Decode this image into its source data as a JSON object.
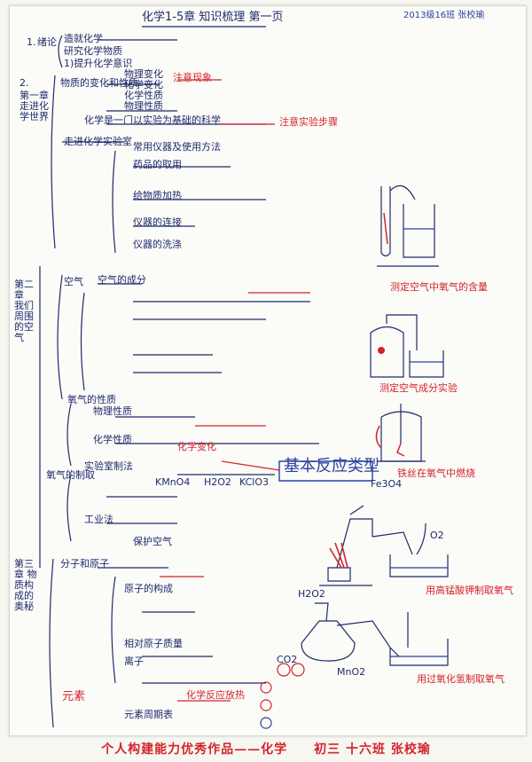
{
  "header": {
    "title": "化学1-5章 知识梳理 第一页",
    "class_note": "2013级16班 张校瑜"
  },
  "sections": [
    {
      "number": "1.",
      "heading": "绪论",
      "items": [
        "造就化学",
        "研究化学物质",
        "1)提升化学意识"
      ]
    },
    {
      "number": "2.",
      "heading": "第一章 走进化学世界",
      "items": [
        "物质的变化和性质",
        "物理变化",
        "化学变化",
        "化学性质",
        "物理性质",
        "化学是一门以实验为基础的科学",
        "走进化学实验室",
        "常用仪器及使用方法",
        "药品的取用",
        "给物质加热",
        "仪器的连接",
        "仪器的洗涤"
      ]
    },
    {
      "number": "",
      "heading": "第二章 我们周围的空气",
      "items": [
        "空气",
        "空气的成分",
        "氧气的性质",
        "物理性质",
        "化学性质",
        "氧气的制取",
        "实验室制法",
        "工业法",
        "保护空气"
      ]
    },
    {
      "number": "",
      "heading": "第三章 物质构成的奥秘",
      "items": [
        "分子和原子",
        "原子的构成",
        "元素",
        "离子",
        "相对原子质量",
        "元素周期表"
      ]
    }
  ],
  "annotations": {
    "mark_1": "注意现象",
    "mark_2": "注意实验步骤",
    "basic_reaction": "基本反应类型",
    "chemical_changes": "化学变化",
    "temp_note": "化学反应放热",
    "diagram_1": "测定空气中氧气的含量",
    "diagram_2": "测定空气成分实验",
    "diagram_3": "铁丝在氧气中燃烧",
    "diagram_4": "用高锰酸钾制取氧气",
    "diagram_5": "用过氧化氢制取氧气",
    "formula_1": "KMnO4",
    "formula_2": "H2O2",
    "formula_3": "KClO3",
    "formula_4": "O2",
    "formula_5": "CO2",
    "formula_6": "Fe3O4",
    "formula_7": "MnO2",
    "formula_8": "H2O2"
  },
  "footer": {
    "caption": "个人构建能力优秀作品——化学　　初三 十六班 张校瑜"
  },
  "colors": {
    "ink": "#1f2a6b",
    "red_ink": "#d4232b",
    "blue_ink": "#2a3f9f",
    "paper": "#fbfbf8"
  }
}
